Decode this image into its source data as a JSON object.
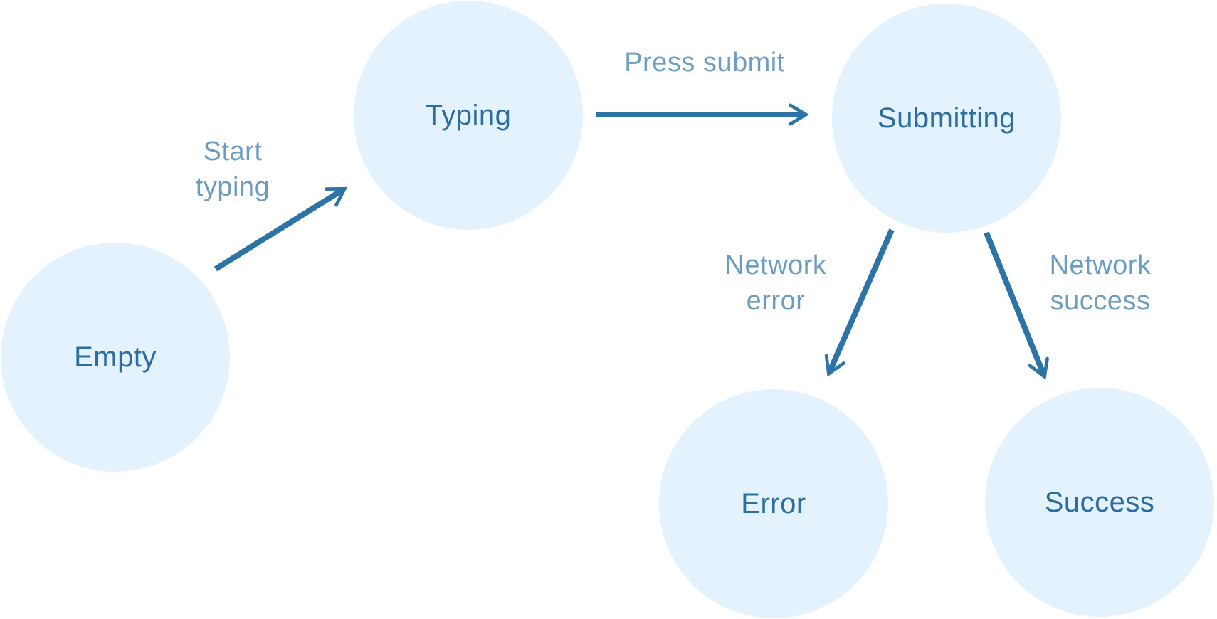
{
  "diagram": {
    "type": "state-machine",
    "colors": {
      "node_fill": "#e3f2fd",
      "node_text": "#2c6e9f",
      "arrow": "#2c73a6",
      "edge_label": "#6b9dc1",
      "background": "#ffffff"
    },
    "nodes": [
      {
        "id": "empty",
        "label": "Empty"
      },
      {
        "id": "typing",
        "label": "Typing"
      },
      {
        "id": "submitting",
        "label": "Submitting"
      },
      {
        "id": "error",
        "label": "Error"
      },
      {
        "id": "success",
        "label": "Success"
      }
    ],
    "edges": [
      {
        "from": "empty",
        "to": "typing",
        "label_lines": [
          "Start",
          "typing"
        ]
      },
      {
        "from": "typing",
        "to": "submitting",
        "label_lines": [
          "Press submit",
          ""
        ]
      },
      {
        "from": "submitting",
        "to": "error",
        "label_lines": [
          "Network",
          "error"
        ]
      },
      {
        "from": "submitting",
        "to": "success",
        "label_lines": [
          "Network",
          "success"
        ]
      }
    ]
  }
}
